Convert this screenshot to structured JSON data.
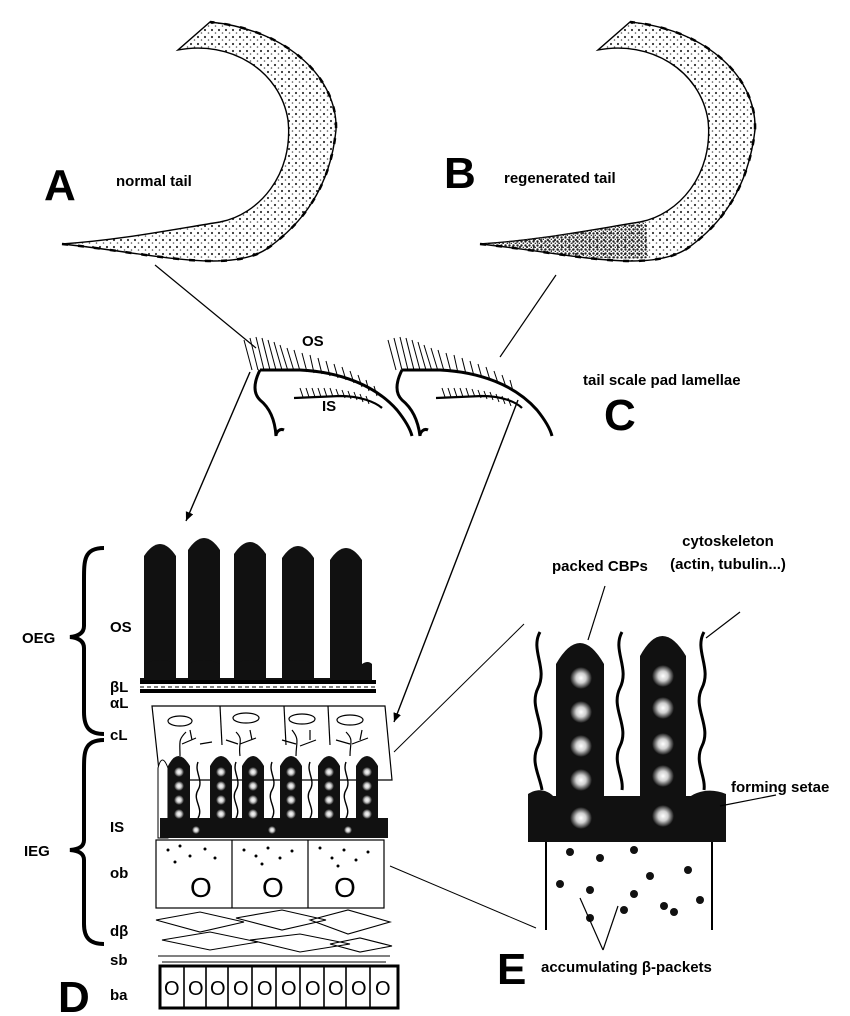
{
  "panels": {
    "a": {
      "letter": "A",
      "caption": "normal tail"
    },
    "b": {
      "letter": "B",
      "caption": "regenerated tail"
    },
    "c": {
      "letter": "C",
      "caption": "tail scale pad lamellae",
      "os": "OS",
      "is": "IS"
    },
    "d": {
      "letter": "D",
      "oeg": "OEG",
      "ieg": "IEG",
      "layers": {
        "os": "OS",
        "beta": "βL",
        "alpha": "αL",
        "cl": "cL",
        "is": "IS",
        "ob": "ob",
        "dbeta": "dβ",
        "sb": "sb",
        "ba": "ba"
      },
      "nucleus": "O"
    },
    "e": {
      "letter": "E",
      "packed": "packed CBPs",
      "cyto1": "cytoskeleton",
      "cyto2": "(actin, tubulin...)",
      "forming": "forming setae",
      "accumulating": "accumulating β-packets"
    }
  }
}
